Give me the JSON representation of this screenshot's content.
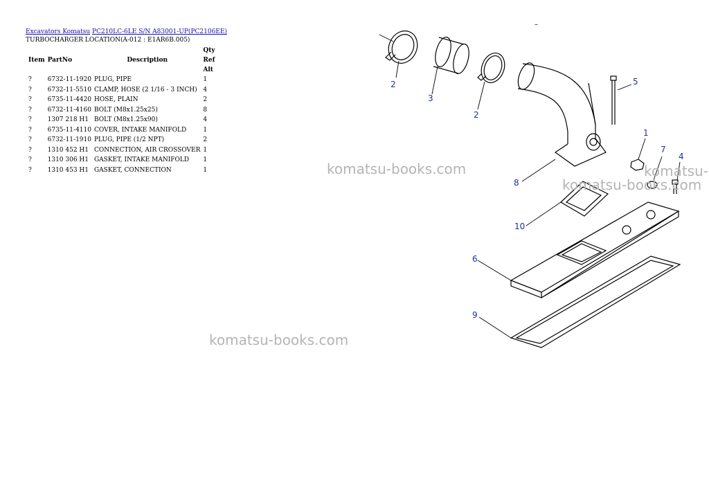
{
  "header": {
    "link1": "Excavators Komatsu",
    "link2": "PC210LC-6LE S/N A83001-UP(PC2106EE)"
  },
  "subtitle": "TURBOCHARGER LOCATION(A-012 : E1AR6B.005)",
  "table": {
    "columns": [
      "Item",
      "PartNo",
      "Description",
      "Qty",
      "Ref",
      "Alt"
    ],
    "rows": [
      {
        "item": "?",
        "part": "6732-11-1920",
        "desc": "PLUG, PIPE",
        "qty": "1"
      },
      {
        "item": "?",
        "part": "6732-11-5510",
        "desc": "CLAMP, HOSE (2 1/16 - 3 INCH)",
        "qty": "4"
      },
      {
        "item": "?",
        "part": "6735-11-4420",
        "desc": "HOSE, PLAIN",
        "qty": "2"
      },
      {
        "item": "?",
        "part": "6732-11-4160",
        "desc": "BOLT (M8x1.25x25)",
        "qty": "8"
      },
      {
        "item": "?",
        "part": "1307 218 H1",
        "desc": "BOLT (M8x1.25x90)",
        "qty": "4"
      },
      {
        "item": "?",
        "part": "6735-11-4110",
        "desc": "COVER, INTAKE MANIFOLD",
        "qty": "1"
      },
      {
        "item": "?",
        "part": "6732-11-1910",
        "desc": "PLUG, PIPE (1/2 NPT)",
        "qty": "2"
      },
      {
        "item": "?",
        "part": "1310 452 H1",
        "desc": "CONNECTION, AIR CROSSOVER",
        "qty": "1"
      },
      {
        "item": "?",
        "part": "1310 306 H1",
        "desc": "GASKET, INTAKE MANIFOLD",
        "qty": "1"
      },
      {
        "item": "?",
        "part": "1310 453 H1",
        "desc": "GASKET, CONNECTION",
        "qty": "1"
      }
    ]
  },
  "watermarks": {
    "w1": "komatsu-books.com",
    "w2": "komatsu-books.com",
    "w3": "komatsu-books.com",
    "w4": "komatsu-books.com"
  },
  "corner_mark": "–",
  "diagram": {
    "callouts": {
      "c2a": "2",
      "c3": "3",
      "c2b": "2",
      "c5": "5",
      "c1": "1",
      "c7": "7",
      "c4": "4",
      "c8": "8",
      "c10": "10",
      "c6": "6",
      "c9": "9"
    },
    "callout_color": "#1f2f9e"
  }
}
